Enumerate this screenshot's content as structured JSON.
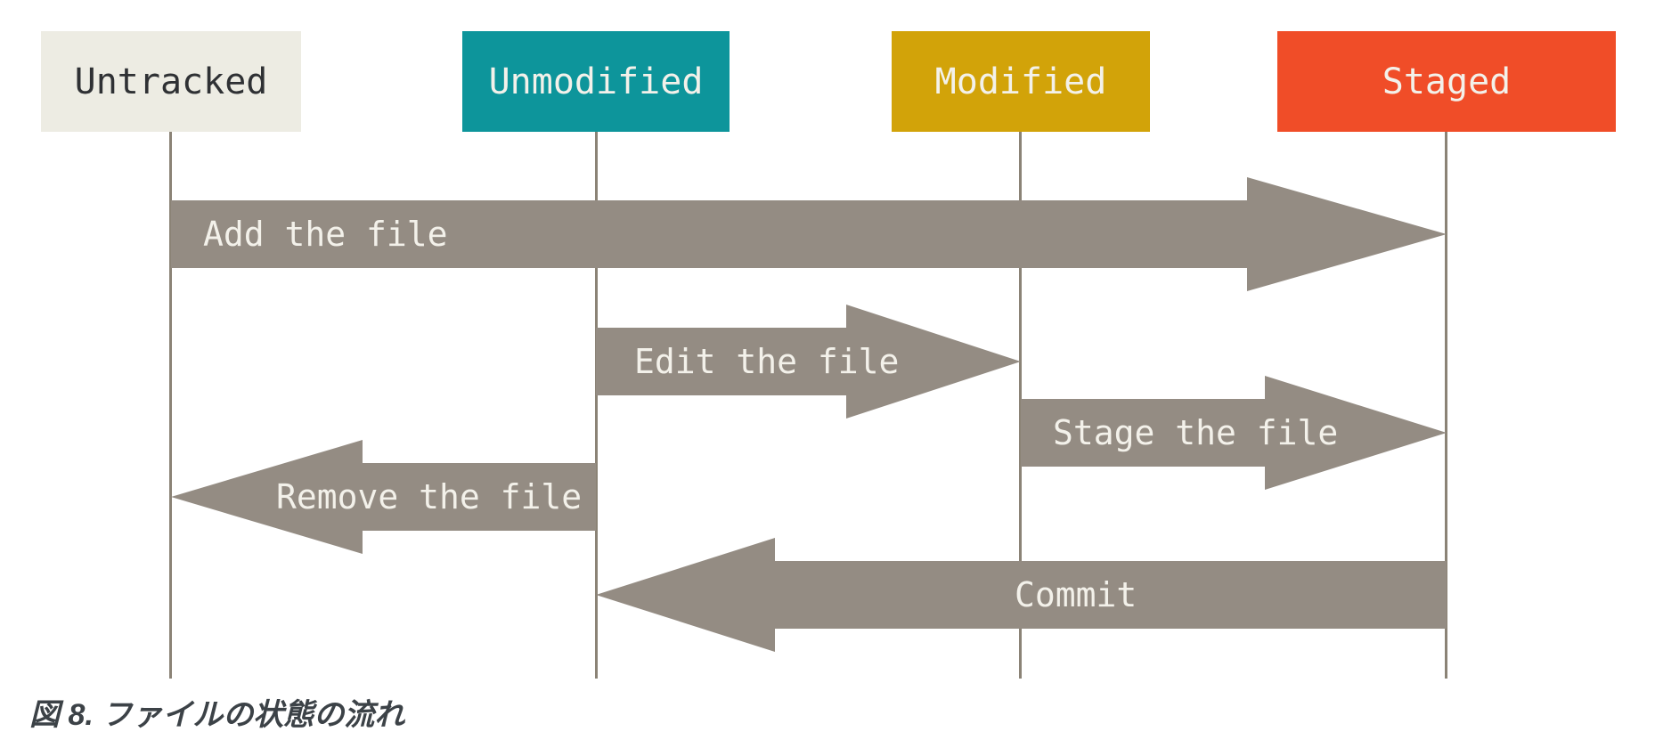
{
  "diagram": {
    "title_semantic": "Git file status lifecycle",
    "columns": [
      {
        "label": "Untracked",
        "bg": "#EDECE3",
        "fg": "#2F3134"
      },
      {
        "label": "Unmodified",
        "bg": "#0D959B",
        "fg": "#F3F1EA"
      },
      {
        "label": "Modified",
        "bg": "#D2A309",
        "fg": "#F3F1EA"
      },
      {
        "label": "Staged",
        "bg": "#F04D28",
        "fg": "#F3F1EA"
      }
    ],
    "arrows": [
      {
        "label": "Add the file",
        "from": "Untracked",
        "to": "Staged",
        "direction": "right"
      },
      {
        "label": "Edit the file",
        "from": "Unmodified",
        "to": "Modified",
        "direction": "right"
      },
      {
        "label": "Stage the file",
        "from": "Modified",
        "to": "Staged",
        "direction": "right"
      },
      {
        "label": "Remove the file",
        "from": "Unmodified",
        "to": "Untracked",
        "direction": "left"
      },
      {
        "label": "Commit",
        "from": "Staged",
        "to": "Unmodified",
        "direction": "left"
      }
    ],
    "arrow_color": "#948C83",
    "lifeline_color": "#8B8376",
    "label_text_color": "#F3F1EA"
  },
  "caption": "図 8. ファイルの状態の流れ"
}
